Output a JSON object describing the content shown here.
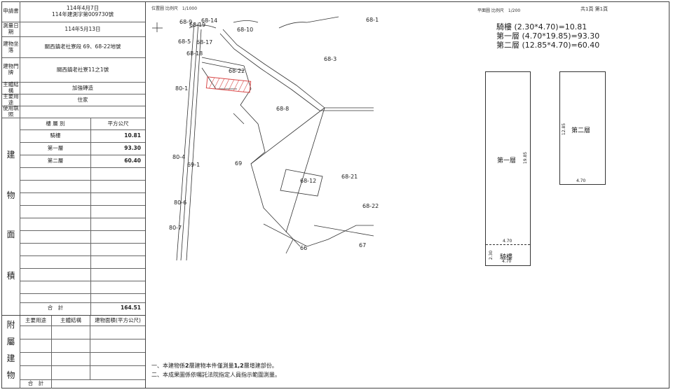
{
  "form": {
    "applicant_label": "申請書",
    "applicant_date": "114年4月7日",
    "applicant_no": "114年建測字第009730號",
    "survey_date_label": "測量日期",
    "survey_date": "114年5月13日",
    "location_label": "建物坐落",
    "location": "關西鎮老社寮段 69、68-22地號",
    "address_label": "建物門牌",
    "address": "關西鎮老社寮11之1號",
    "structure_label": "主體結構",
    "structure": "加強磚造",
    "use_label": "主要用途",
    "use": "住家",
    "license_label": "使用執照",
    "license": ""
  },
  "area": {
    "floor_header": "樓 層 別",
    "unit_header": "平方公尺",
    "rows": [
      {
        "floor": "騎樓",
        "value": "10.81"
      },
      {
        "floor": "第一層",
        "value": "93.30"
      },
      {
        "floor": "第二層",
        "value": "60.40"
      }
    ],
    "side_chars": [
      "建",
      "物",
      "面",
      "積"
    ],
    "total_label": "合　計",
    "total_value": "164.51"
  },
  "attached": {
    "side_chars": [
      "附",
      "屬",
      "建",
      "物"
    ],
    "col1": "主要用途",
    "col2": "主體結構",
    "col3": "建物面積(平方公尺)",
    "total_label": "合　計"
  },
  "map": {
    "header": "位置圖 比例尺　1/1000",
    "labels": [
      "68-9",
      "68-19",
      "68-14",
      "68-10",
      "68-1",
      "68-5",
      "68-17",
      "68-18",
      "68-3",
      "68-22",
      "80-1",
      "68-8",
      "80-4",
      "69-1",
      "69",
      "68-12",
      "68-21",
      "80-6",
      "68-22",
      "80-7",
      "66",
      "67"
    ]
  },
  "plan": {
    "header": "平面圖 比例尺　1/200",
    "page": "共1頁 第1頁",
    "calcs": [
      "騎樓 (2.30*4.70)=10.81",
      "第一層 (4.70*19.85)=93.30",
      "第二層 (12.85*4.70)=60.40"
    ],
    "floor1_label": "第一層",
    "floor1_len": "19.85",
    "floor1_width": "4.70",
    "arcade_label": "騎樓",
    "arcade_depth": "2.30",
    "arcade_width": "4.70",
    "floor2_label": "第二層",
    "floor2_len": "12.85",
    "floor2_width": "4.70"
  },
  "notes": {
    "n1_pre": "一、本建物係",
    "n1_b1": "2",
    "n1_mid": "層建物本件僅測量",
    "n1_b2": "1,2",
    "n1_post": "層增建部份。",
    "n2": "二、本成果圖係依囑託法院指定人員指示範圍測量。"
  },
  "colors": {
    "hatch": "#d94a4a",
    "line": "#444444"
  }
}
